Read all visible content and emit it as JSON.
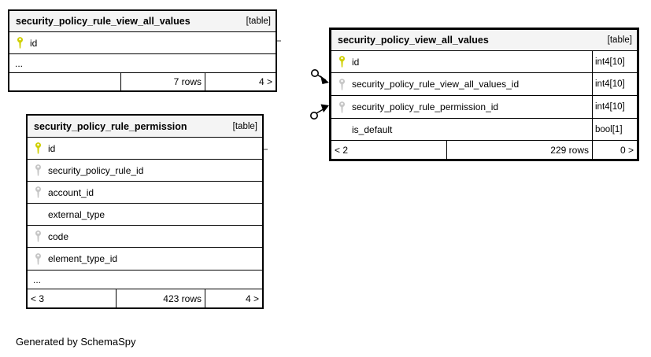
{
  "page": {
    "footer_note": "Generated by SchemaSpy"
  },
  "colors": {
    "primary_key": "#cfcf00",
    "foreign_key": "#c6c6c6",
    "header_bg": "#f4f4f4",
    "border": "#000000"
  },
  "tables": [
    {
      "title": "security_policy_rule_view_all_values",
      "badge": "[table]",
      "columns": [
        {
          "name": "id",
          "key": "primary"
        }
      ],
      "ellipsis": "...",
      "footer": {
        "left": "",
        "center": "7 rows",
        "right": "4 >"
      }
    },
    {
      "title": "security_policy_rule_permission",
      "badge": "[table]",
      "columns": [
        {
          "name": "id",
          "key": "primary"
        },
        {
          "name": "security_policy_rule_id",
          "key": "index"
        },
        {
          "name": "account_id",
          "key": "index"
        },
        {
          "name": "external_type",
          "key": "none"
        },
        {
          "name": "code",
          "key": "index"
        },
        {
          "name": "element_type_id",
          "key": "index"
        }
      ],
      "ellipsis": "...",
      "footer": {
        "left": "< 3",
        "center": "423 rows",
        "right": "4 >"
      }
    },
    {
      "title": "security_policy_view_all_values",
      "badge": "[table]",
      "columns": [
        {
          "name": "id",
          "key": "primary",
          "type": "int4[10]"
        },
        {
          "name": "security_policy_rule_view_all_values_id",
          "key": "index",
          "type": "int4[10]"
        },
        {
          "name": "security_policy_rule_permission_id",
          "key": "index",
          "type": "int4[10]"
        },
        {
          "name": "is_default",
          "key": "none",
          "type": "bool[1]"
        }
      ],
      "footer": {
        "left": "< 2",
        "center": "229 rows",
        "right": "0 >"
      }
    }
  ],
  "relationships": [
    {
      "to_column": "security_policy_view_all_values.security_policy_rule_view_all_values_id"
    },
    {
      "to_column": "security_policy_view_all_values.security_policy_rule_permission_id"
    }
  ]
}
